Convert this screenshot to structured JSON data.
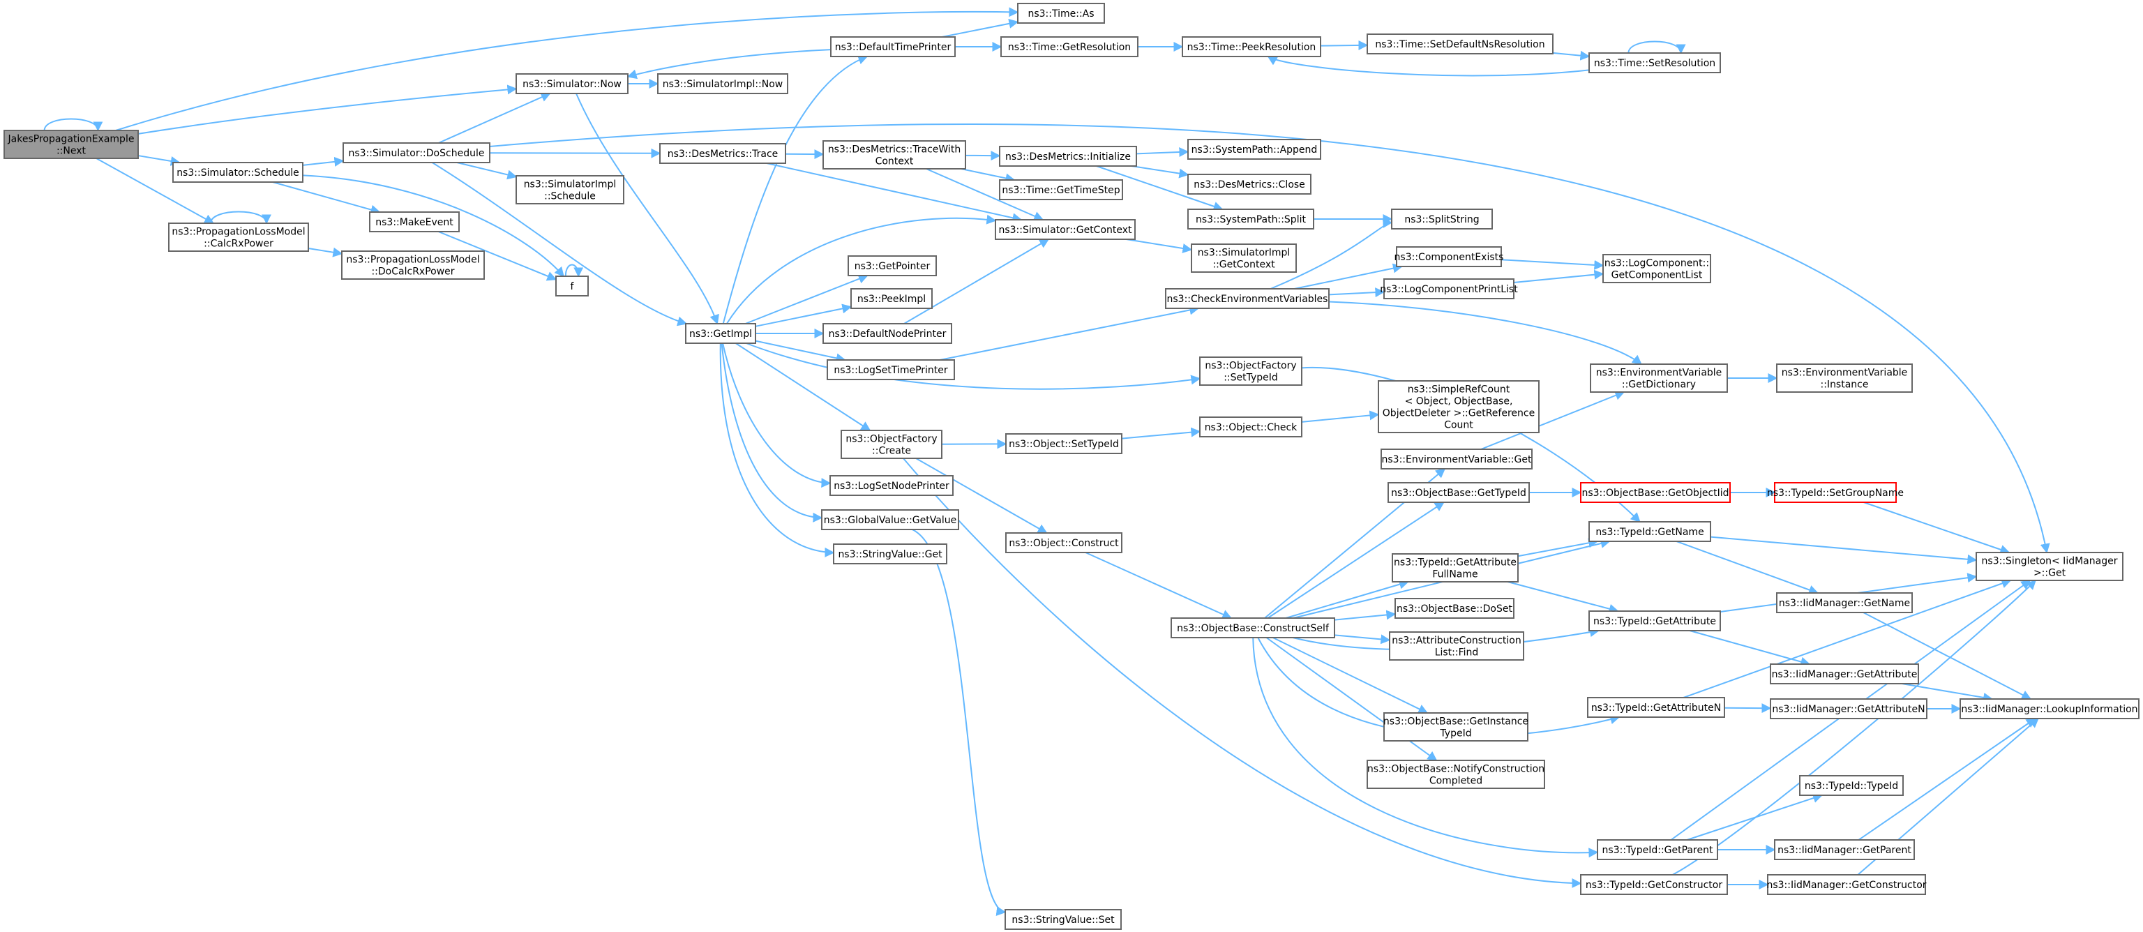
{
  "style": {
    "edge_color": "#63b8ff",
    "node_border": "#666666",
    "root_fill": "#999999",
    "highlight_border": "#ff0000"
  },
  "nodes": [
    {
      "id": "root",
      "lines": [
        "JakesPropagationExample",
        "::Next"
      ],
      "kind": "root"
    },
    {
      "id": "time_as",
      "lines": [
        "ns3::Time::As"
      ]
    },
    {
      "id": "sim_now",
      "lines": [
        "ns3::Simulator::Now"
      ]
    },
    {
      "id": "simimpl_now",
      "lines": [
        "ns3::SimulatorImpl::Now"
      ]
    },
    {
      "id": "sim_schedule",
      "lines": [
        "ns3::Simulator::Schedule"
      ]
    },
    {
      "id": "sim_doschedule",
      "lines": [
        "ns3::Simulator::DoSchedule"
      ]
    },
    {
      "id": "plm_calc",
      "lines": [
        "ns3::PropagationLossModel",
        "::CalcRxPower"
      ]
    },
    {
      "id": "plm_docalc",
      "lines": [
        "ns3::PropagationLossModel",
        "::DoCalcRxPower"
      ]
    },
    {
      "id": "makeevent",
      "lines": [
        "ns3::MakeEvent"
      ]
    },
    {
      "id": "f",
      "lines": [
        "f"
      ]
    },
    {
      "id": "simimpl_schedule",
      "lines": [
        "ns3::SimulatorImpl",
        "::Schedule"
      ]
    },
    {
      "id": "getimpl",
      "lines": [
        "ns3::GetImpl"
      ]
    },
    {
      "id": "dtp",
      "lines": [
        "ns3::DefaultTimePrinter"
      ]
    },
    {
      "id": "time_getres",
      "lines": [
        "ns3::Time::GetResolution"
      ]
    },
    {
      "id": "time_peekres",
      "lines": [
        "ns3::Time::PeekResolution"
      ]
    },
    {
      "id": "time_setdefns",
      "lines": [
        "ns3::Time::SetDefaultNsResolution"
      ]
    },
    {
      "id": "time_setres",
      "lines": [
        "ns3::Time::SetResolution"
      ]
    },
    {
      "id": "dm_trace",
      "lines": [
        "ns3::DesMetrics::Trace"
      ]
    },
    {
      "id": "dm_tracewith",
      "lines": [
        "ns3::DesMetrics::TraceWith",
        "Context"
      ]
    },
    {
      "id": "dm_init",
      "lines": [
        "ns3::DesMetrics::Initialize"
      ]
    },
    {
      "id": "sp_append",
      "lines": [
        "ns3::SystemPath::Append"
      ]
    },
    {
      "id": "dm_close",
      "lines": [
        "ns3::DesMetrics::Close"
      ]
    },
    {
      "id": "time_gettimestep",
      "lines": [
        "ns3::Time::GetTimeStep"
      ]
    },
    {
      "id": "sp_split",
      "lines": [
        "ns3::SystemPath::Split"
      ]
    },
    {
      "id": "splitstring",
      "lines": [
        "ns3::SplitString"
      ]
    },
    {
      "id": "sim_getctx",
      "lines": [
        "ns3::Simulator::GetContext"
      ]
    },
    {
      "id": "simimpl_getctx",
      "lines": [
        "ns3::SimulatorImpl",
        "::GetContext"
      ]
    },
    {
      "id": "getpointer",
      "lines": [
        "ns3::GetPointer"
      ]
    },
    {
      "id": "peekimpl",
      "lines": [
        "ns3::PeekImpl"
      ]
    },
    {
      "id": "dnp",
      "lines": [
        "ns3::DefaultNodePrinter"
      ]
    },
    {
      "id": "lstp",
      "lines": [
        "ns3::LogSetTimePrinter"
      ]
    },
    {
      "id": "cev",
      "lines": [
        "ns3::CheckEnvironmentVariables"
      ]
    },
    {
      "id": "compexists",
      "lines": [
        "ns3::ComponentExists"
      ]
    },
    {
      "id": "lcpl",
      "lines": [
        "ns3::LogComponentPrintList"
      ]
    },
    {
      "id": "lc_getlist",
      "lines": [
        "ns3::LogComponent::",
        "GetComponentList"
      ]
    },
    {
      "id": "of_settypeid",
      "lines": [
        "ns3::ObjectFactory",
        "::SetTypeId"
      ]
    },
    {
      "id": "ev_getdict",
      "lines": [
        "ns3::EnvironmentVariable",
        "::GetDictionary"
      ]
    },
    {
      "id": "ev_instance",
      "lines": [
        "ns3::EnvironmentVariable",
        "::Instance"
      ]
    },
    {
      "id": "srcount",
      "lines": [
        "ns3::SimpleRefCount",
        "< Object, ObjectBase,",
        "ObjectDeleter >::GetReference",
        "Count"
      ]
    },
    {
      "id": "of_create",
      "lines": [
        "ns3::ObjectFactory",
        "::Create"
      ]
    },
    {
      "id": "obj_settypeid",
      "lines": [
        "ns3::Object::SetTypeId"
      ]
    },
    {
      "id": "obj_check",
      "lines": [
        "ns3::Object::Check"
      ]
    },
    {
      "id": "ev_get",
      "lines": [
        "ns3::EnvironmentVariable::Get"
      ]
    },
    {
      "id": "lsnp",
      "lines": [
        "ns3::LogSetNodePrinter"
      ]
    },
    {
      "id": "gv_getvalue",
      "lines": [
        "ns3::GlobalValue::GetValue"
      ]
    },
    {
      "id": "ob_gettypeid",
      "lines": [
        "ns3::ObjectBase::GetTypeId"
      ]
    },
    {
      "id": "ob_getobjectiid",
      "lines": [
        "ns3::ObjectBase::GetObjectIid"
      ],
      "kind": "red"
    },
    {
      "id": "tid_setgroupname",
      "lines": [
        "ns3::TypeId::SetGroupName"
      ],
      "kind": "red"
    },
    {
      "id": "sv_get",
      "lines": [
        "ns3::StringValue::Get"
      ]
    },
    {
      "id": "tid_getname",
      "lines": [
        "ns3::TypeId::GetName"
      ]
    },
    {
      "id": "singleton_get",
      "lines": [
        "ns3::Singleton< IidManager",
        ">::Get"
      ]
    },
    {
      "id": "obj_construct",
      "lines": [
        "ns3::Object::Construct"
      ]
    },
    {
      "id": "tid_getattrfull",
      "lines": [
        "ns3::TypeId::GetAttribute",
        "FullName"
      ]
    },
    {
      "id": "iid_getname",
      "lines": [
        "ns3::IidManager::GetName"
      ]
    },
    {
      "id": "ob_doset",
      "lines": [
        "ns3::ObjectBase::DoSet"
      ]
    },
    {
      "id": "tid_getattr",
      "lines": [
        "ns3::TypeId::GetAttribute"
      ]
    },
    {
      "id": "ob_constructself",
      "lines": [
        "ns3::ObjectBase::ConstructSelf"
      ]
    },
    {
      "id": "acl_find",
      "lines": [
        "ns3::AttributeConstruction",
        "List::Find"
      ]
    },
    {
      "id": "iid_getattr",
      "lines": [
        "ns3::IidManager::GetAttribute"
      ]
    },
    {
      "id": "tid_getattrn",
      "lines": [
        "ns3::TypeId::GetAttributeN"
      ]
    },
    {
      "id": "iid_getattrn",
      "lines": [
        "ns3::IidManager::GetAttributeN"
      ]
    },
    {
      "id": "iid_lookup",
      "lines": [
        "ns3::IidManager::LookupInformation"
      ]
    },
    {
      "id": "ob_getinsttypeid",
      "lines": [
        "ns3::ObjectBase::GetInstance",
        "TypeId"
      ]
    },
    {
      "id": "ob_notify",
      "lines": [
        "ns3::ObjectBase::NotifyConstruction",
        "Completed"
      ]
    },
    {
      "id": "tid_typeid",
      "lines": [
        "ns3::TypeId::TypeId"
      ]
    },
    {
      "id": "tid_getparent",
      "lines": [
        "ns3::TypeId::GetParent"
      ]
    },
    {
      "id": "iid_getparent",
      "lines": [
        "ns3::IidManager::GetParent"
      ]
    },
    {
      "id": "tid_getctor",
      "lines": [
        "ns3::TypeId::GetConstructor"
      ]
    },
    {
      "id": "iid_getctor",
      "lines": [
        "ns3::IidManager::GetConstructor"
      ]
    },
    {
      "id": "sv_set",
      "lines": [
        "ns3::StringValue::Set"
      ]
    }
  ]
}
